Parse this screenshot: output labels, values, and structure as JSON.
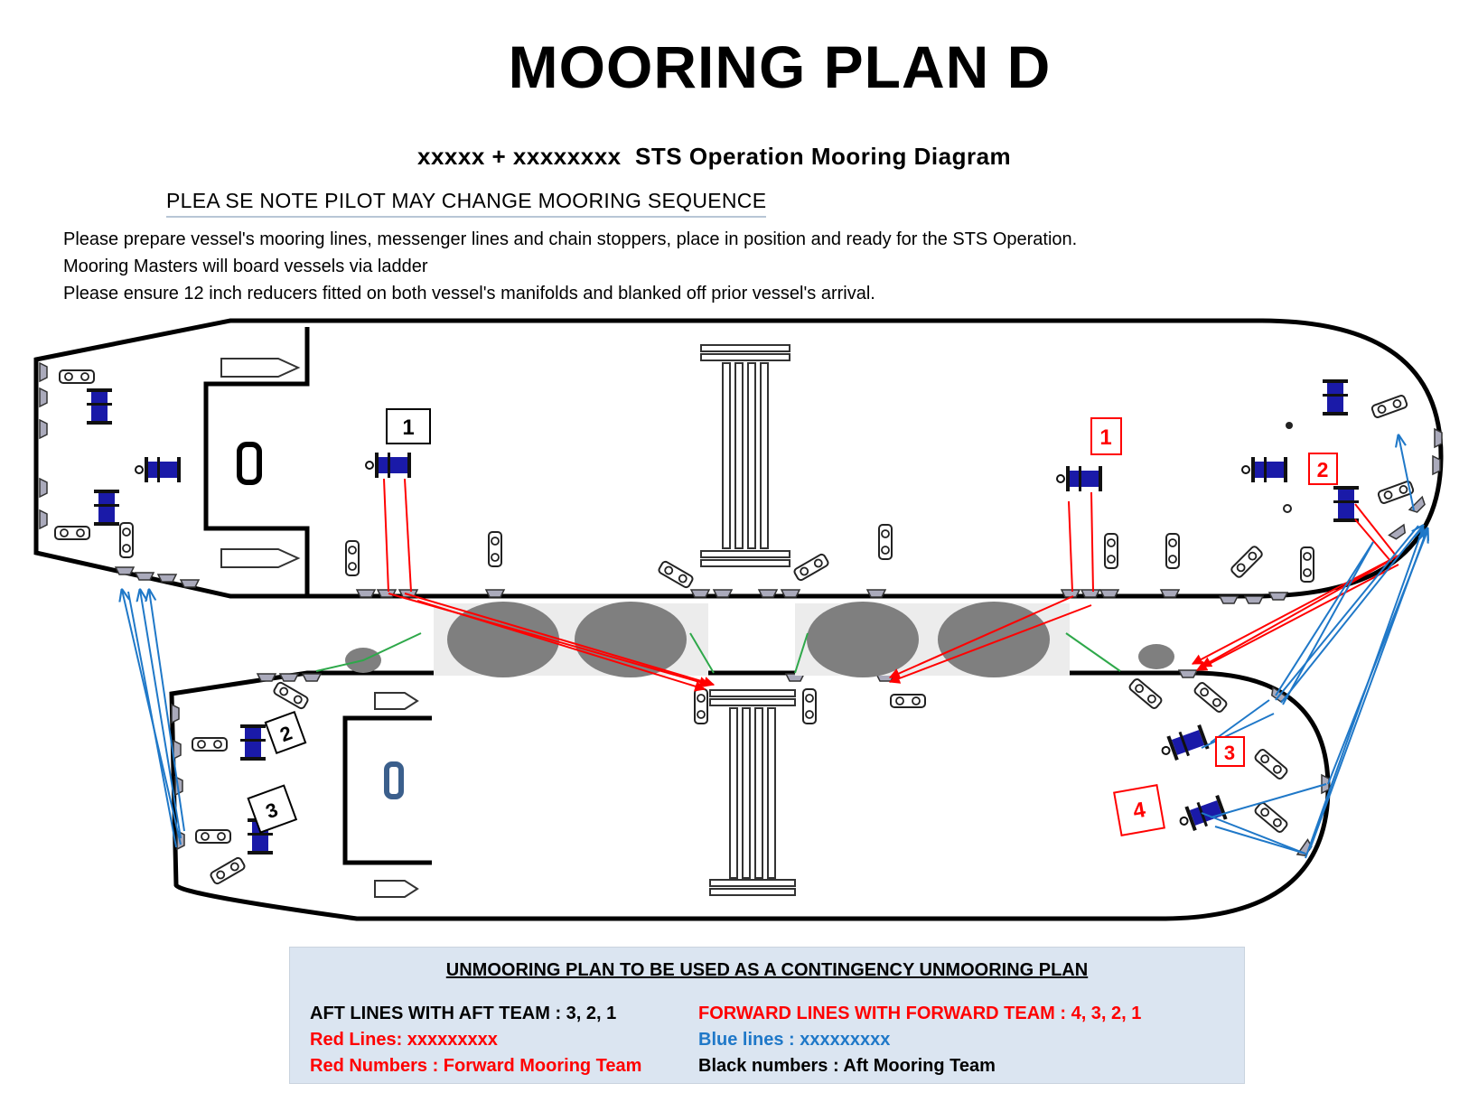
{
  "title": "MOORING PLAN D",
  "subtitle": "xxxxx + xxxxxxxx  STS Operation Mooring Diagram",
  "note": "PLEA SE NOTE PILOT MAY CHANGE MOORING SEQUENCE",
  "instructions": [
    "Please prepare vessel's mooring lines, messenger lines and chain stoppers, place in position and ready for the STS Operation.",
    "Mooring Masters will board vessels via ladder",
    "Please ensure 12 inch reducers fitted on both vessel's manifolds and blanked off prior vessel's arrival."
  ],
  "labels": {
    "top_aft": "1",
    "top_fwd_1": "1",
    "top_fwd_2": "2",
    "bottom_aft_2": "2",
    "bottom_aft_3": "3",
    "bottom_fwd_3": "3",
    "bottom_fwd_4": "4"
  },
  "legend": {
    "heading": "UNMOORING PLAN TO BE USED AS A CONTINGENCY UNMOORING PLAN",
    "aft_lines": "AFT LINES WITH AFT TEAM : 3, 2, 1",
    "forward_lines": "FORWARD LINES WITH FORWARD TEAM : 4, 3, 2, 1",
    "red_lines": "Red Lines: xxxxxxxxx",
    "blue_lines": "Blue lines : xxxxxxxxx",
    "red_numbers": "Red Numbers : Forward Mooring Team",
    "black_numbers": "Black numbers : Aft Mooring Team"
  },
  "colors": {
    "red": "#ff0000",
    "blue": "#1f78c8",
    "winch": "#1a1aa8",
    "fender": "#7f7f7f",
    "green": "#2ea84a",
    "legend_bg": "#dbe5f1"
  }
}
